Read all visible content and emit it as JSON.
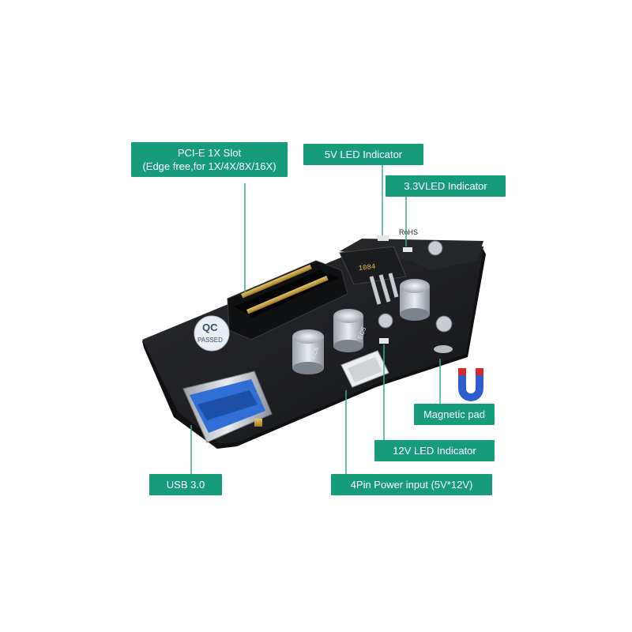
{
  "callouts": {
    "pcie_slot_line1": "PCI-E 1X Slot",
    "pcie_slot_line2": "(Edge free,for 1X/4X/8X/16X)",
    "led_5v": "5V LED Indicator",
    "led_33v": "3.3VLED Indicator",
    "magnetic_pad": "Magnetic pad",
    "led_12v": "12V  LED Indicator",
    "usb30": "USB  3.0",
    "power_input": "4Pin Power input (5V*12V)"
  },
  "board_markings": {
    "qc_line1": "QC",
    "qc_line2": "PASSED",
    "regulator": "1084",
    "rohs": "RoHS",
    "ec6": "EC6",
    "ec5": "EC5"
  },
  "colors": {
    "callout_bg": "#179c7b",
    "pcb": "#1e1f22",
    "usb_blue": "#2f6fd6"
  }
}
